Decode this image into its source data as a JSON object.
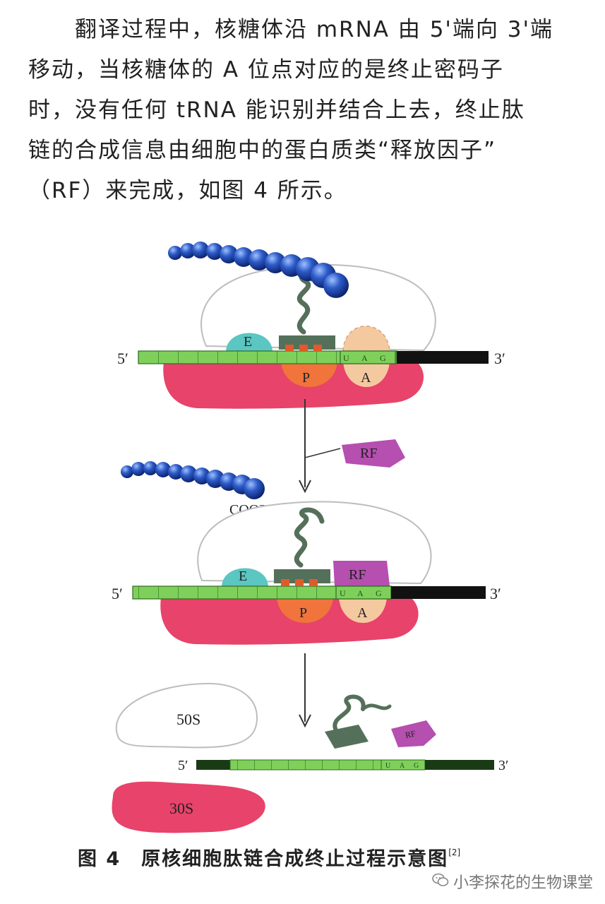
{
  "paragraph": {
    "lines": [
      "翻译过程中，核糖体沿 mRNA 由 5'端向 3'端",
      "移动，当核糖体的 A 位点对应的是终止密码子",
      "时，没有任何 tRNA 能识别并结合上去，终止肽",
      "链的合成信息由细胞中的蛋白质类“释放因子”",
      "（RF）来完成，如图 4 所示。"
    ]
  },
  "diagram": {
    "panel1": {
      "five_prime": "5′",
      "three_prime": "3′",
      "site_e": "E",
      "site_p": "P",
      "site_a": "A",
      "codon": [
        "U",
        "A",
        "G"
      ]
    },
    "free_rf_label": "RF",
    "panel2": {
      "coo_label": "COO",
      "coo_charge": "−",
      "five_prime": "5′",
      "three_prime": "3′",
      "site_e": "E",
      "site_p": "P",
      "site_a": "A",
      "rf_label": "RF",
      "codon": [
        "U",
        "A",
        "G"
      ]
    },
    "panel3": {
      "large_subunit": "50S",
      "small_subunit": "30S",
      "rf_label": "RF",
      "five_prime": "5′",
      "three_prime": "3′",
      "codon": [
        "U",
        "A",
        "G"
      ]
    },
    "colors": {
      "mrna_green": "#7ed05a",
      "mrna_black": "#111111",
      "small_subunit": "#e8436a",
      "e_site": "#5bc6c2",
      "p_site": "#f0743c",
      "a_site": "#f5c9a0",
      "rf": "#b54fb0",
      "trna": "#55705a",
      "peptide": "#2d5bc8"
    }
  },
  "caption": {
    "text": "图 4　原核细胞肽链合成终止过程示意图",
    "ref": "[2]"
  },
  "watermark": {
    "icon": "wechat-icon",
    "text": "小李探花的生物课堂"
  }
}
